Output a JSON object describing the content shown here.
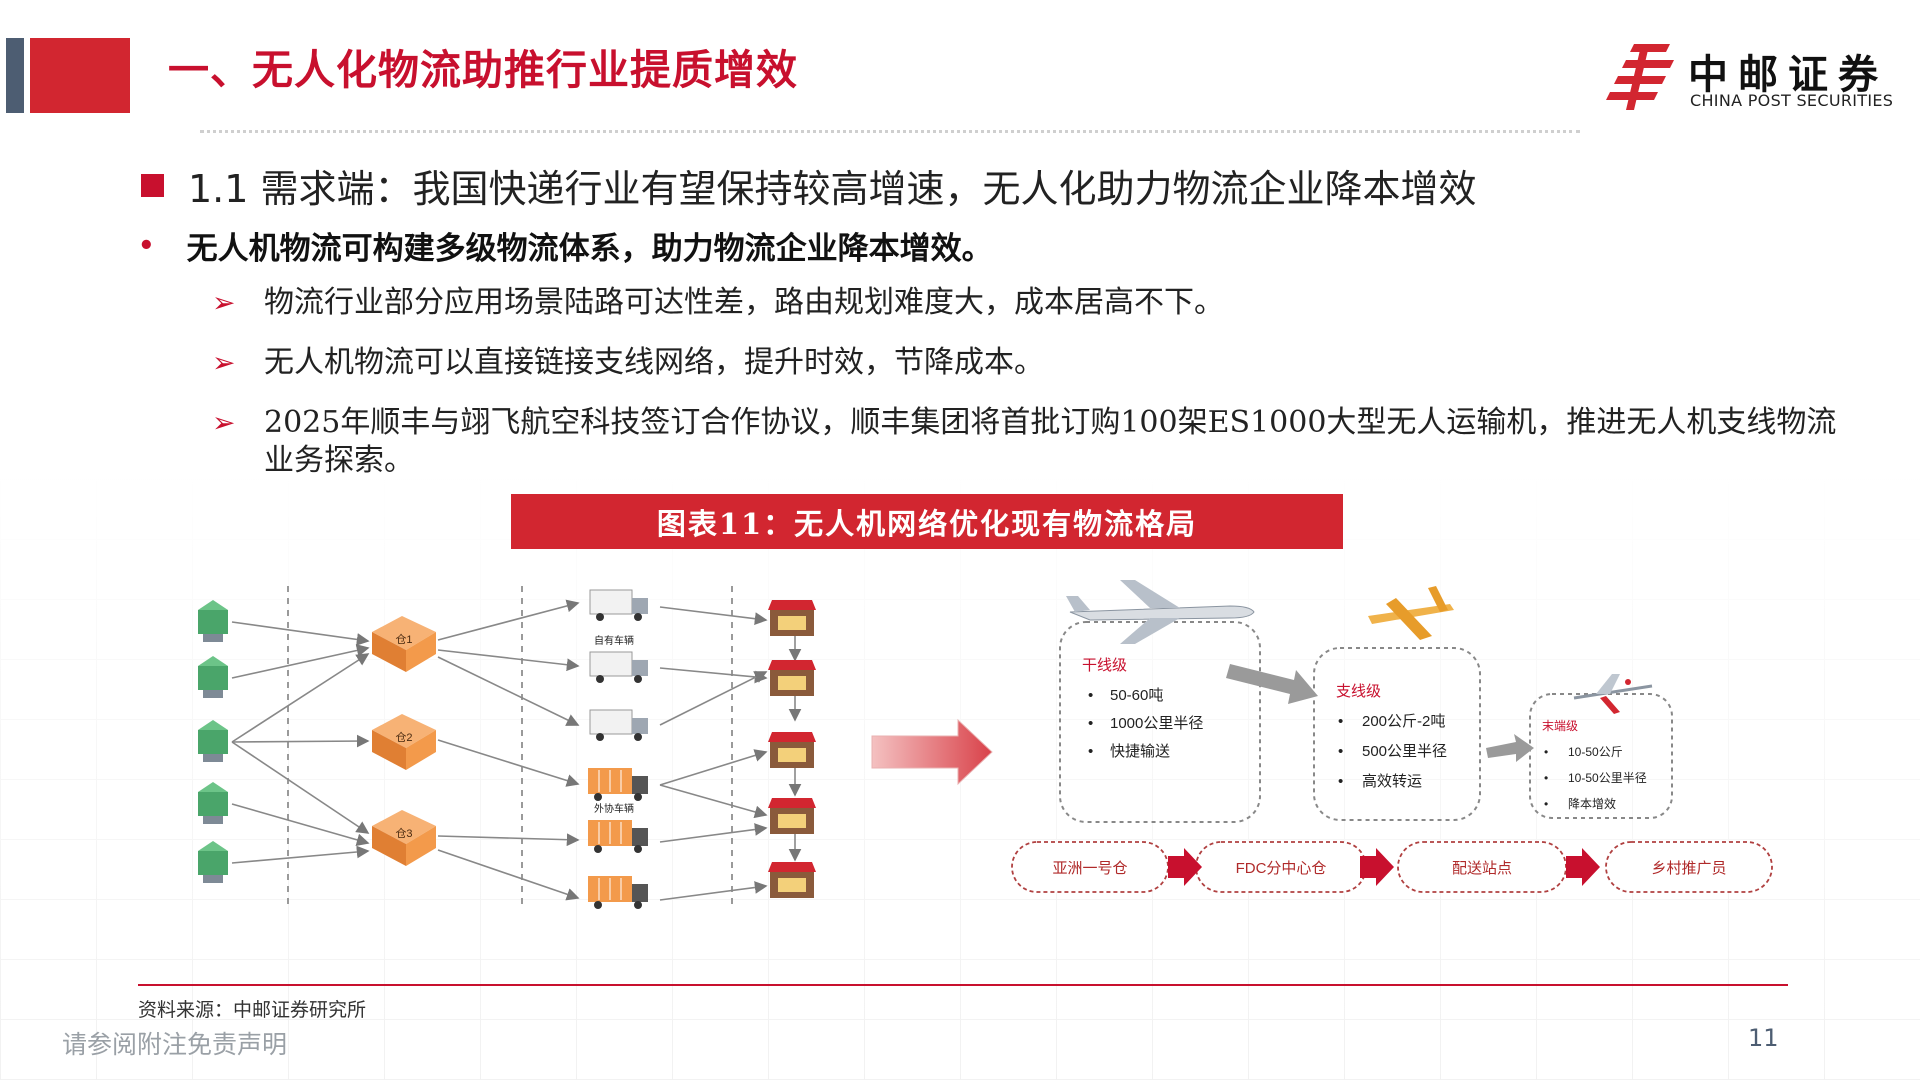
{
  "header": {
    "title": "一、无人化物流助推行业提质增效",
    "brand_name": "中邮证券",
    "brand_sub": "CHINA POST SECURITIES"
  },
  "section": {
    "heading": "1.1 需求端：我国快递行业有望保持较高增速，无人化助力物流企业降本增效",
    "bullet": "无人机物流可构建多级物流体系，助力物流企业降本增效。",
    "items": [
      "物流行业部分应用场景陆路可达性差，路由规划难度大，成本居高不下。",
      "无人机物流可以直接链接支线网络，提升时效，节降成本。",
      "2025年顺丰与翊飞航空科技签订合作协议，顺丰集团将首批订购100架ES1000大型无人运输机，推进无人机支线物流业务探索。"
    ]
  },
  "figure": {
    "caption": "图表11：无人机网络优化现有物流格局",
    "left": {
      "warehouses": [
        "仓1",
        "仓2",
        "仓3"
      ],
      "own_vehicles": "自有车辆",
      "partner_vehicles": "外协车辆"
    },
    "right": {
      "tiers": [
        {
          "name": "干线级",
          "points": [
            "50-60吨",
            "1000公里半径",
            "快捷输送"
          ]
        },
        {
          "name": "支线级",
          "points": [
            "200公斤-2吨",
            "500公里半径",
            "高效转运"
          ]
        },
        {
          "name": "末端级",
          "points": [
            "10-50公斤",
            "10-50公里半径",
            "降本增效"
          ]
        }
      ],
      "nodes": [
        "亚洲一号仓",
        "FDC分中心仓",
        "配送站点",
        "乡村推广员"
      ]
    }
  },
  "footer": {
    "source": "资料来源：中邮证券研究所",
    "disclaimer": "请参阅附注免责声明",
    "page_number": "11"
  },
  "colors": {
    "brand_red": "#c8102e",
    "banner_red": "#d22630",
    "slate": "#4d5d72",
    "warehouse_orange": "#f39a4b",
    "factory_green": "#4aa56a"
  }
}
